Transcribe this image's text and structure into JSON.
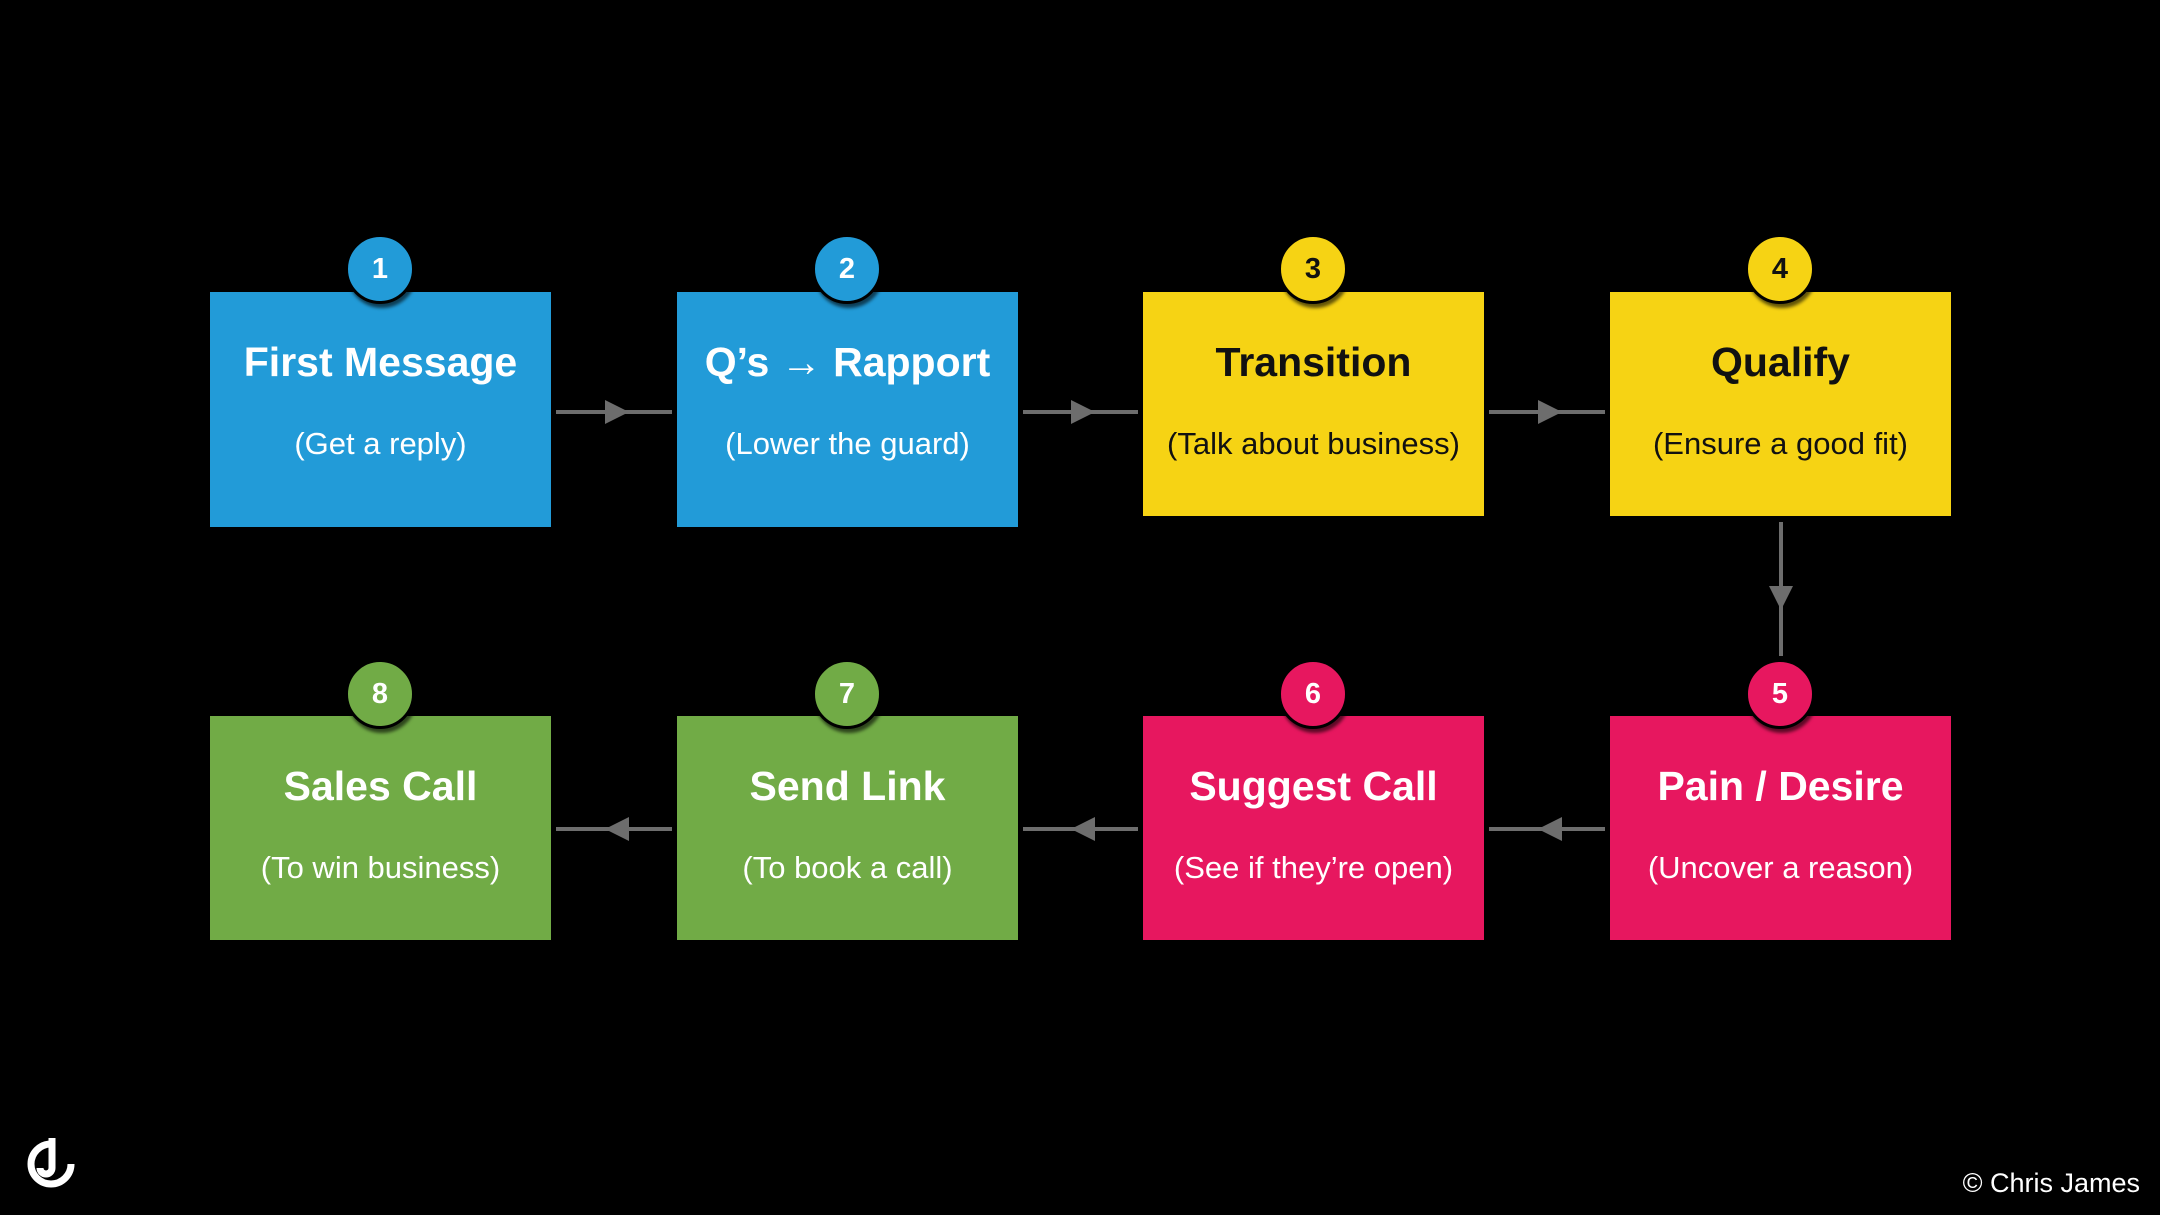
{
  "steps": [
    {
      "number": "1",
      "title": "First Message",
      "subtitle": "(Get a reply)",
      "color": "#229BD8"
    },
    {
      "number": "2",
      "title": "Q’s → Rapport",
      "subtitle": "(Lower the guard)",
      "color": "#229BD8"
    },
    {
      "number": "3",
      "title": "Transition",
      "subtitle": "(Talk about business)",
      "color": "#F6D314"
    },
    {
      "number": "4",
      "title": "Qualify",
      "subtitle": "(Ensure a good fit)",
      "color": "#F6D314"
    },
    {
      "number": "5",
      "title": "Pain / Desire",
      "subtitle": "(Uncover a reason)",
      "color": "#E7175F"
    },
    {
      "number": "6",
      "title": "Suggest Call",
      "subtitle": "(See if they’re open)",
      "color": "#E7175F"
    },
    {
      "number": "7",
      "title": "Send Link",
      "subtitle": "(To book a call)",
      "color": "#71AB46"
    },
    {
      "number": "8",
      "title": "Sales Call",
      "subtitle": "(To win business)",
      "color": "#71AB46"
    }
  ],
  "logo": {
    "icon": "cj-logo-icon"
  },
  "footer": {
    "copyright": "© Chris James"
  },
  "colors": {
    "background": "#000000",
    "connector": "#6d6d6d"
  }
}
